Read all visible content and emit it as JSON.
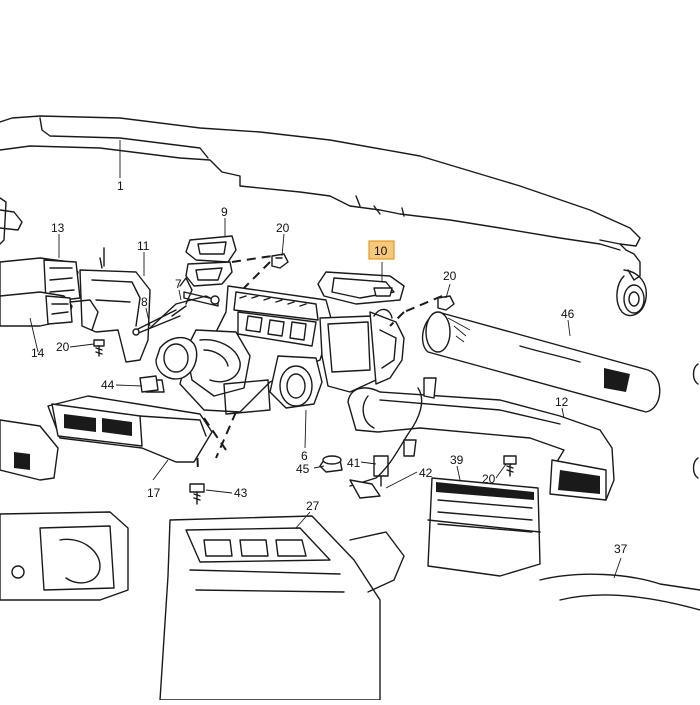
{
  "callouts": [
    {
      "id": "c1",
      "text": "1"
    },
    {
      "id": "c9",
      "text": "9"
    },
    {
      "id": "c20a",
      "text": "20"
    },
    {
      "id": "c10",
      "text": "10",
      "highlighted": true
    },
    {
      "id": "c20b",
      "text": "20"
    },
    {
      "id": "c13",
      "text": "13"
    },
    {
      "id": "c11",
      "text": "11"
    },
    {
      "id": "c7",
      "text": "7"
    },
    {
      "id": "c8",
      "text": "8"
    },
    {
      "id": "c46",
      "text": "46"
    },
    {
      "id": "c14",
      "text": "14"
    },
    {
      "id": "c20c",
      "text": "20"
    },
    {
      "id": "c44",
      "text": "44"
    },
    {
      "id": "c12",
      "text": "12"
    },
    {
      "id": "c6",
      "text": "6"
    },
    {
      "id": "c41",
      "text": "41"
    },
    {
      "id": "c39",
      "text": "39"
    },
    {
      "id": "c45",
      "text": "45"
    },
    {
      "id": "c42",
      "text": "42"
    },
    {
      "id": "c20d",
      "text": "20"
    },
    {
      "id": "c17",
      "text": "17"
    },
    {
      "id": "c43",
      "text": "43"
    },
    {
      "id": "c27",
      "text": "27"
    },
    {
      "id": "c37",
      "text": "37"
    }
  ],
  "colors": {
    "highlight_fill": "#f7c77a",
    "highlight_border": "#e59a22",
    "line": "#1a1a1a"
  }
}
